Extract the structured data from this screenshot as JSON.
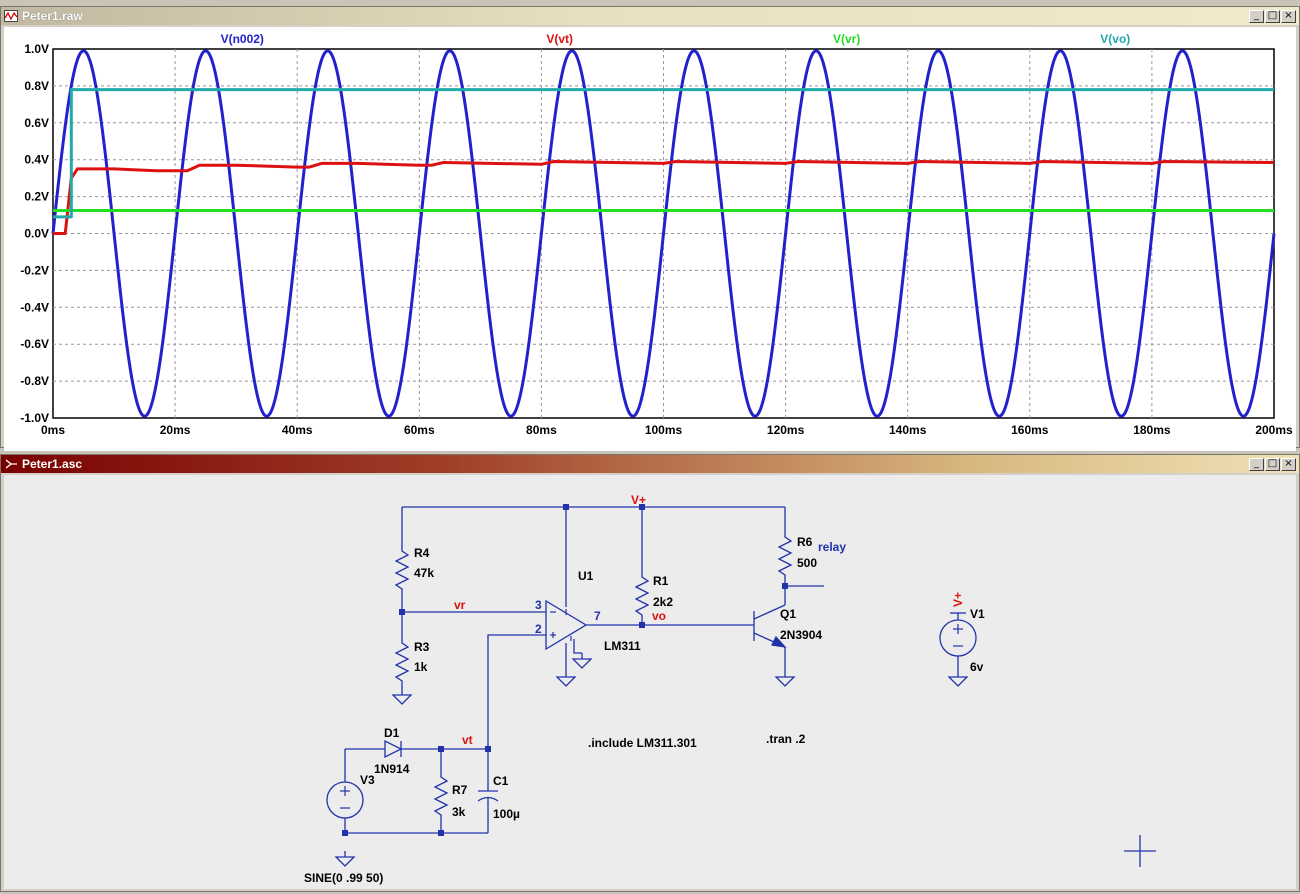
{
  "plot_window": {
    "title": "Peter1.raw",
    "buttons": {
      "minimize": "_",
      "restore": "□",
      "close": "×"
    }
  },
  "schematic_window": {
    "title": "Peter1.asc",
    "buttons": {
      "minimize": "_",
      "restore": "□",
      "close": "×"
    }
  },
  "chart_data": {
    "type": "line",
    "title": "",
    "xlabel": "",
    "ylabel": "",
    "xlim": [
      0,
      200
    ],
    "ylim": [
      -1.0,
      1.0
    ],
    "grid": true,
    "x_ticks": [
      "0ms",
      "20ms",
      "40ms",
      "60ms",
      "80ms",
      "100ms",
      "120ms",
      "140ms",
      "160ms",
      "180ms",
      "200ms"
    ],
    "y_ticks": [
      "1.0V",
      "0.8V",
      "0.6V",
      "0.4V",
      "0.2V",
      "0.0V",
      "-0.2V",
      "-0.4V",
      "-0.6V",
      "-0.8V",
      "-1.0V"
    ],
    "series": [
      {
        "name": "V(n002)",
        "color": "#2222cc",
        "kind": "sine",
        "amplitude": 0.99,
        "frequency_hz": 50
      },
      {
        "name": "V(vt)",
        "color": "#dd1111",
        "x": [
          0,
          2,
          3,
          4,
          6,
          10,
          17,
          20,
          22,
          24,
          30,
          40,
          42,
          44,
          50,
          60,
          62,
          64,
          80,
          82,
          100,
          102,
          120,
          122,
          140,
          142,
          160,
          162,
          180,
          182,
          200
        ],
        "y": [
          0.0,
          0.0,
          0.3,
          0.35,
          0.35,
          0.35,
          0.34,
          0.34,
          0.34,
          0.37,
          0.37,
          0.36,
          0.36,
          0.38,
          0.38,
          0.37,
          0.37,
          0.385,
          0.375,
          0.39,
          0.38,
          0.39,
          0.38,
          0.39,
          0.38,
          0.39,
          0.38,
          0.39,
          0.38,
          0.39,
          0.385
        ]
      },
      {
        "name": "V(vr)",
        "color": "#22dd22",
        "x": [
          0,
          200
        ],
        "y": [
          0.125,
          0.125
        ]
      },
      {
        "name": "V(vo)",
        "color": "#22aaaa",
        "x": [
          0,
          3,
          3,
          200
        ],
        "y": [
          0.09,
          0.09,
          0.78,
          0.78
        ]
      }
    ]
  },
  "schematic": {
    "components": {
      "r4": {
        "ref": "R4",
        "value": "47k"
      },
      "r3": {
        "ref": "R3",
        "value": "1k"
      },
      "r1": {
        "ref": "R1",
        "value": "2k2"
      },
      "r6": {
        "ref": "R6",
        "value": "500"
      },
      "r7": {
        "ref": "R7",
        "value": "3k"
      },
      "c1": {
        "ref": "C1",
        "value": "100µ"
      },
      "d1": {
        "ref": "D1",
        "value": "1N914"
      },
      "u1": {
        "ref": "U1",
        "value": "LM311"
      },
      "q1": {
        "ref": "Q1",
        "value": "2N3904"
      },
      "v1": {
        "ref": "V1",
        "value": "6v"
      },
      "v3": {
        "ref": "V3",
        "value": "SINE(0 .99 50)"
      }
    },
    "pins": {
      "p3": "3",
      "p2": "2",
      "p7": "7"
    },
    "nets": {
      "vplus": "V+",
      "vr": "vr",
      "vt": "vt",
      "vo": "vo",
      "relay": "relay"
    },
    "directives": {
      "include": ".include LM311.301",
      "tran": ".tran .2"
    }
  }
}
